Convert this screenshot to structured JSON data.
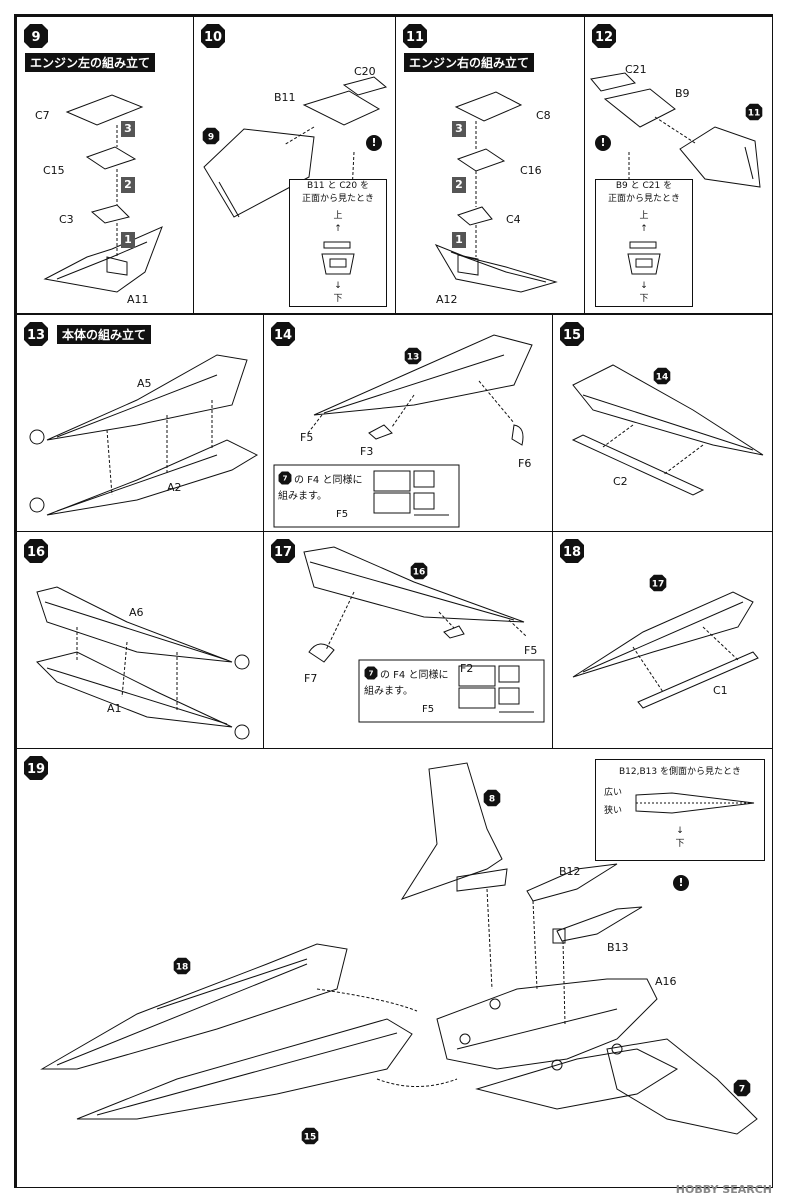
{
  "steps": {
    "s9": {
      "num": "9",
      "title": "エンジン左の組み立て",
      "parts": [
        "C7",
        "C15",
        "C3",
        "A11"
      ],
      "order": [
        "3",
        "2",
        "1"
      ]
    },
    "s10": {
      "num": "10",
      "parts": [
        "C20",
        "B11"
      ],
      "ref": "9",
      "note": [
        "B11 と C20 を",
        "正面から見たとき",
        "上",
        "↑",
        "↓",
        "下"
      ]
    },
    "s11": {
      "num": "11",
      "title": "エンジン右の組み立て",
      "parts": [
        "C8",
        "C16",
        "C4",
        "A12"
      ],
      "order": [
        "3",
        "2",
        "1"
      ]
    },
    "s12": {
      "num": "12",
      "parts": [
        "C21",
        "B9"
      ],
      "ref": "11",
      "note": [
        "B9 と C21 を",
        "正面から見たとき",
        "上",
        "↑",
        "↓",
        "下"
      ]
    },
    "s13": {
      "num": "13",
      "title": "本体の組み立て",
      "parts": [
        "A5",
        "A2"
      ]
    },
    "s14": {
      "num": "14",
      "ref": "13",
      "parts": [
        "F5",
        "F3",
        "F6"
      ],
      "note": [
        "の F4 と同様に",
        "組みます。",
        "F5"
      ],
      "note_ref": "7"
    },
    "s15": {
      "num": "15",
      "ref": "14",
      "parts": [
        "C2"
      ]
    },
    "s16": {
      "num": "16",
      "parts": [
        "A6",
        "A1"
      ]
    },
    "s17": {
      "num": "17",
      "ref": "16",
      "parts": [
        "F7",
        "F2",
        "F5"
      ],
      "note": [
        "の F4 と同様に",
        "組みます。",
        "F5"
      ],
      "note_ref": "7"
    },
    "s18": {
      "num": "18",
      "ref": "17",
      "parts": [
        "C1"
      ]
    },
    "s19": {
      "num": "19",
      "refs": [
        "8",
        "18",
        "15",
        "7"
      ],
      "parts": [
        "B12",
        "B13",
        "A16"
      ],
      "note": [
        "B12,B13 を側面から見たとき",
        "広い",
        "狭い",
        "↓",
        "下"
      ]
    }
  },
  "warning_glyph": "!",
  "watermark": "HOBBY SEARCH",
  "colors": {
    "ink": "#111111",
    "step_badge": "#111111",
    "order_badge": "#555555"
  }
}
